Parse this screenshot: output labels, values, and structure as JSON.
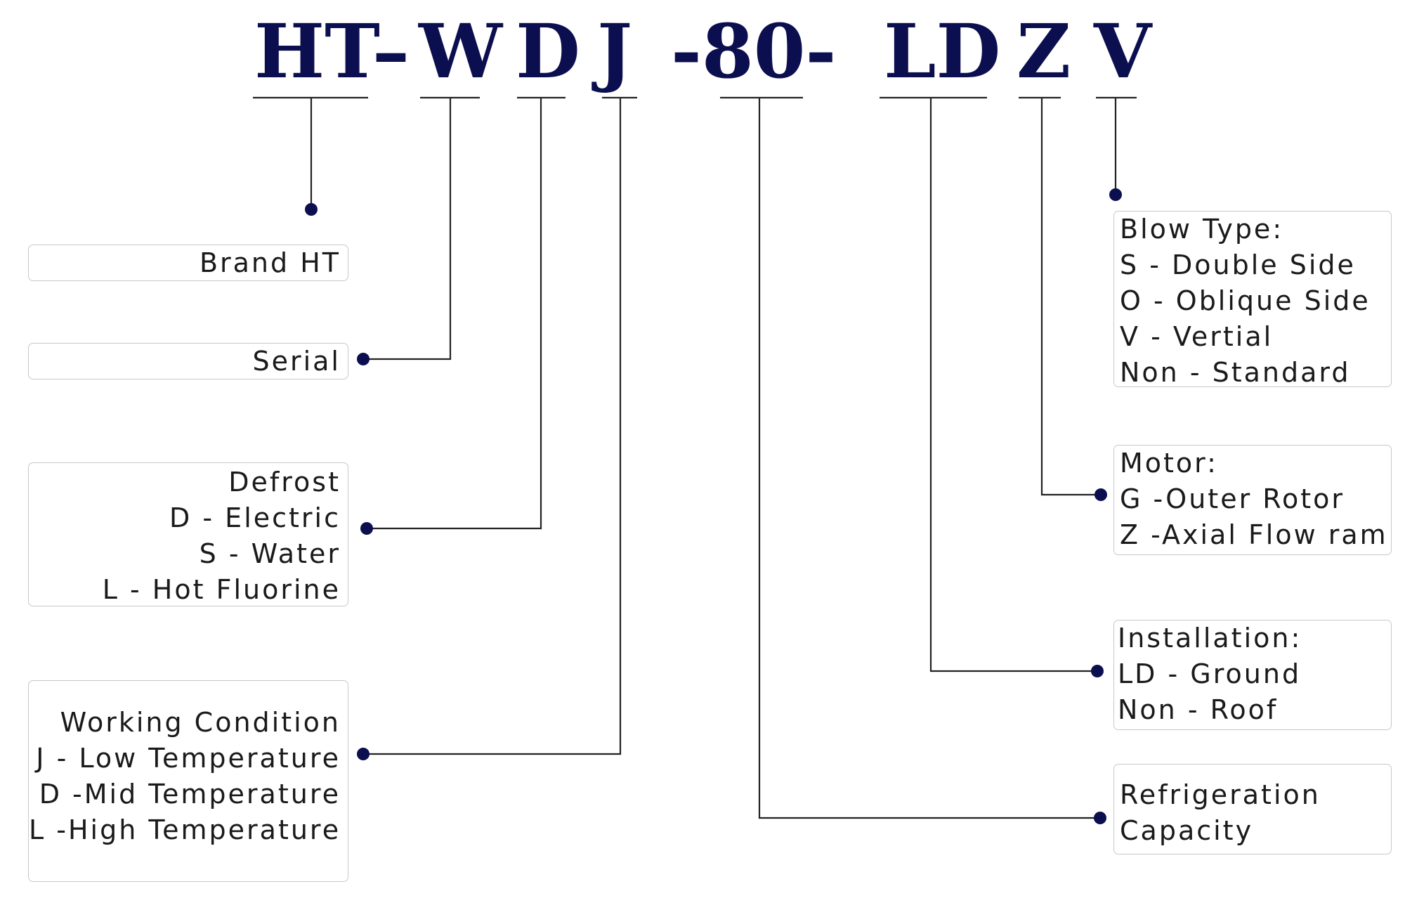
{
  "code": {
    "brand": "HT",
    "dash1": "–",
    "serial": "W",
    "defrost": "D",
    "condition": "J",
    "capacity": "-80-",
    "installation": "LD",
    "motor": "Z",
    "blow": "V"
  },
  "boxes": {
    "brand": {
      "lines": [
        "Brand HT"
      ]
    },
    "serial": {
      "lines": [
        "Serial"
      ]
    },
    "defrost": {
      "lines": [
        "Defrost",
        "D - Electric",
        "S - Water",
        "L - Hot Fluorine"
      ]
    },
    "condition": {
      "lines": [
        "Working Condition",
        "J - Low Temperature",
        "D -Mid Temperature",
        "L -High Temperature"
      ]
    },
    "blow": {
      "lines": [
        "Blow Type:",
        "S - Double Side",
        "O - Oblique Side",
        "V - Vertial",
        "Non - Standard"
      ]
    },
    "motor": {
      "lines": [
        "Motor:",
        "G -Outer Rotor",
        "Z -Axial Flow ram"
      ]
    },
    "installation": {
      "lines": [
        "Installation:",
        "LD - Ground",
        "Non - Roof"
      ]
    },
    "refrigeration": {
      "lines": [
        "Refrigeration",
        "Capacity"
      ]
    }
  },
  "colors": {
    "code_text": "#0c0f4f",
    "dot": "#0c0f4f",
    "wire": "#222222",
    "box_border": "#c8c8c8"
  }
}
